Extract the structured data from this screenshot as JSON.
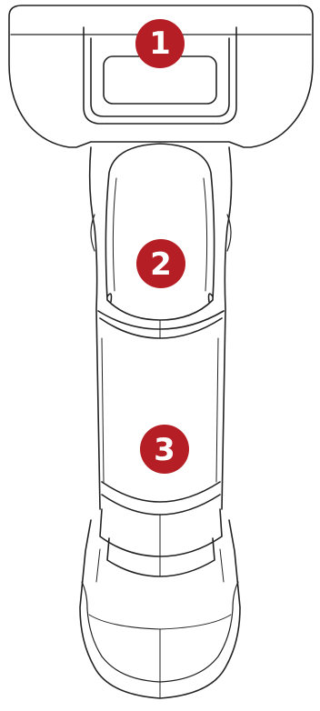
{
  "callouts": [
    {
      "number": "1",
      "part": "scan-head"
    },
    {
      "number": "2",
      "part": "trigger"
    },
    {
      "number": "3",
      "part": "handle-grip"
    }
  ],
  "colors": {
    "background": "#ffffff",
    "outline": "#222222",
    "callout_fill": "#b41e24",
    "callout_text": "#ffffff"
  }
}
